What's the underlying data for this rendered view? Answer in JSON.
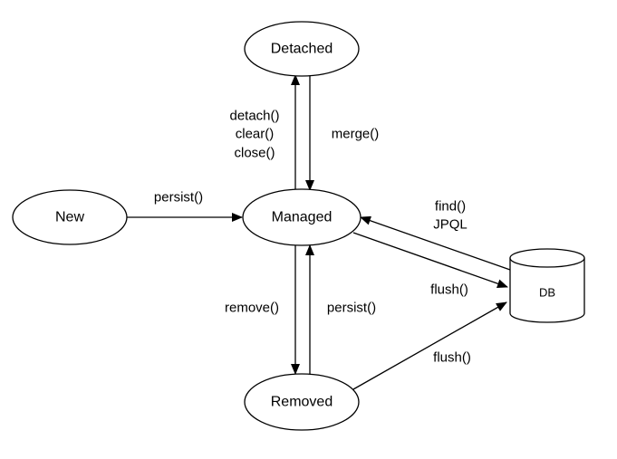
{
  "nodes": {
    "detached": "Detached",
    "new": "New",
    "managed": "Managed",
    "removed": "Removed",
    "db": "DB"
  },
  "edges": {
    "detach_1": "detach()",
    "detach_2": "clear()",
    "detach_3": "close()",
    "merge": "merge()",
    "persist_new": "persist()",
    "find_1": "find()",
    "find_2": "JPQL",
    "flush_managed": "flush()",
    "remove": "remove()",
    "persist_removed": "persist()",
    "flush_removed": "flush()"
  }
}
